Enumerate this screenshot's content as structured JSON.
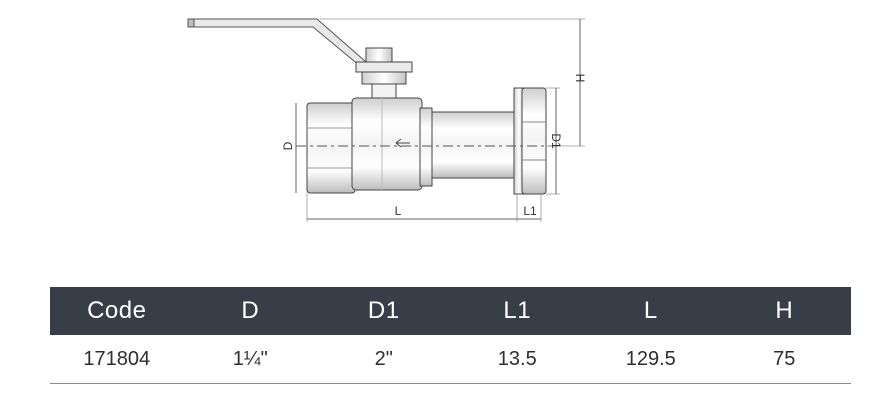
{
  "drawing": {
    "dimension_labels": {
      "H": "H",
      "D": "D",
      "D1": "D1",
      "L": "L",
      "L1": "L1"
    }
  },
  "table": {
    "headers": [
      "Code",
      "D",
      "D1",
      "L1",
      "L",
      "H"
    ],
    "rows": [
      [
        "171804",
        "1¼\"",
        "2\"",
        "13.5",
        "129.5",
        "75"
      ]
    ]
  }
}
